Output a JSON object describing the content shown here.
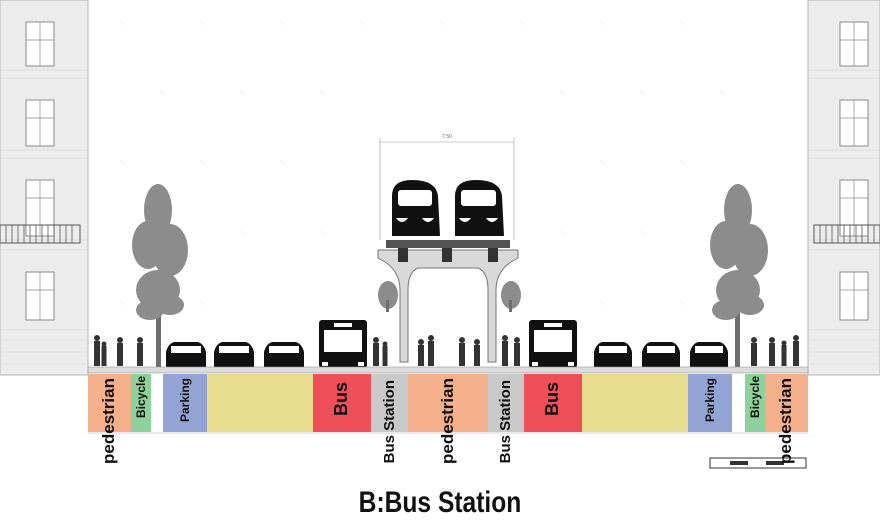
{
  "caption": "B:Bus Station",
  "top_dimension": "7.50",
  "colors": {
    "pedestrian": "#f4b08a",
    "bicycle": "#8fd19a",
    "parking": "#93a4d4",
    "traffic": "#e8dc8f",
    "bus": "#ef4f58",
    "station": "#c9c9c9",
    "tree": "#8c8c8c",
    "building": "#ececec"
  },
  "lanes": [
    {
      "label": "pedestrian",
      "type": "pedestrian"
    },
    {
      "label": "Bicycle",
      "type": "bicycle"
    },
    {
      "label": "Parking",
      "type": "parking"
    },
    {
      "label": "",
      "type": "traffic"
    },
    {
      "label": "",
      "type": "traffic"
    },
    {
      "label": "Bus",
      "type": "bus"
    },
    {
      "label": "Bus Station",
      "type": "station"
    },
    {
      "label": "pedestrian",
      "type": "pedestrian"
    },
    {
      "label": "Bus Station",
      "type": "station"
    },
    {
      "label": "Bus",
      "type": "bus"
    },
    {
      "label": "",
      "type": "traffic"
    },
    {
      "label": "",
      "type": "traffic"
    },
    {
      "label": "Parking",
      "type": "parking"
    },
    {
      "label": "Bicycle",
      "type": "bicycle"
    },
    {
      "label": "pedestrian",
      "type": "pedestrian"
    }
  ],
  "icons": [
    "building-icon",
    "tree-icon",
    "car-icon",
    "bus-icon",
    "monorail-icon",
    "pedestrian-icon",
    "cyclist-icon"
  ]
}
